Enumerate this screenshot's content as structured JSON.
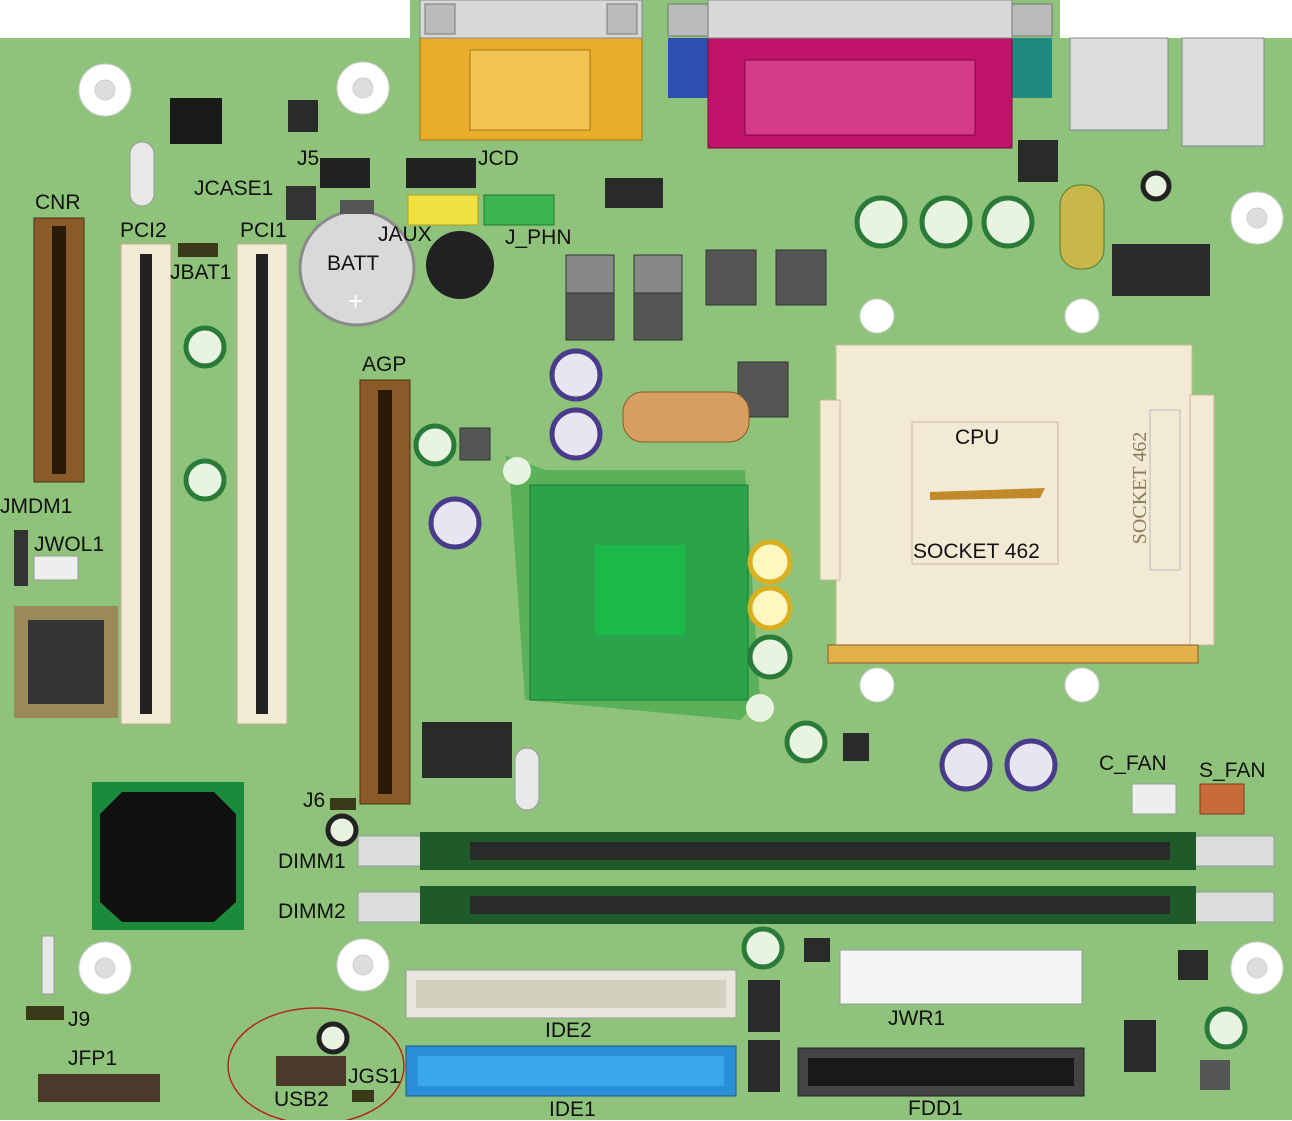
{
  "title": "",
  "colors": {
    "board": "#8fc27b",
    "slot_cream": "#f3ead6",
    "slot_brown": "#8a5a28",
    "heatsink": "#2aa34a",
    "chip": "#1a1a1a",
    "serial_port": "#e8ae2b",
    "parallel_port": "#c0136a",
    "ide_blue": "#2a8fd6",
    "highlight_circle": "#b3261e"
  },
  "labels": {
    "cnr": "CNR",
    "pci2": "PCI2",
    "pci1": "PCI1",
    "jcase1": "JCASE1",
    "jbat1": "JBAT1",
    "j5": "J5",
    "jcd": "JCD",
    "jaux": "JAUX",
    "j_phn": "J_PHN",
    "batt": "BATT",
    "batt_plus": "+",
    "agp": "AGP",
    "cpu": "CPU",
    "socket_center": "SOCKET 462",
    "socket_side": "SOCKET 462",
    "jmdm1": "JMDM1",
    "jwol1": "JWOL1",
    "j6": "J6",
    "dimm1": "DIMM1",
    "dimm2": "DIMM2",
    "c_fan": "C_FAN",
    "s_fan": "S_FAN",
    "jwr1": "JWR1",
    "ide2": "IDE2",
    "ide1": "IDE1",
    "fdd1": "FDD1",
    "j9": "J9",
    "jfp1": "JFP1",
    "usb2": "USB2",
    "jgs1": "JGS1"
  }
}
